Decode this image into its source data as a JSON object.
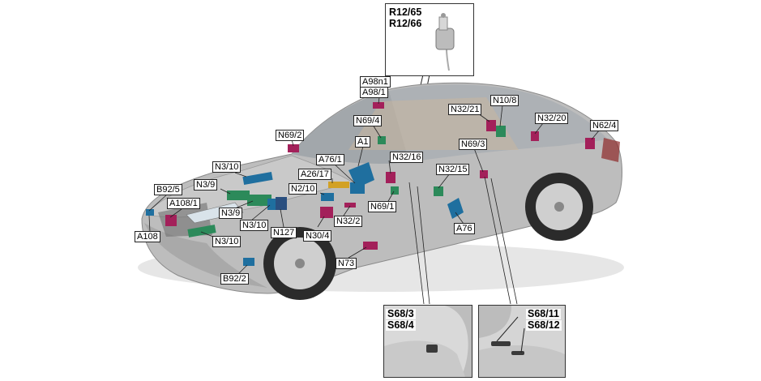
{
  "top_inset": {
    "title_line1": "R12/65",
    "title_line2": "R12/66"
  },
  "seat_inset_left": {
    "title_line1": "S68/3",
    "title_line2": "S68/4"
  },
  "seat_inset_right": {
    "title_line1": "S68/11",
    "title_line2": "S68/12"
  },
  "labels": {
    "a98n1": "A98n1",
    "a98_1": "A98/1",
    "n69_4": "N69/4",
    "n32_21": "N32/21",
    "n10_8": "N10/8",
    "n32_20": "N32/20",
    "n62_4": "N62/4",
    "n69_2": "N69/2",
    "a1": "A1",
    "n69_3": "N69/3",
    "a76_1": "A76/1",
    "n32_16": "N32/16",
    "n3_10_top": "N3/10",
    "n32_15": "N32/15",
    "a26_17": "A26/17",
    "n3_9_top": "N3/9",
    "n2_10": "N2/10",
    "b92_5": "B92/5",
    "n69_1": "N69/1",
    "a108_1": "A108/1",
    "n3_9_bottom": "N3/9",
    "n3_10_mid": "N3/10",
    "n32_2": "N32/2",
    "a76": "A76",
    "a108": "A108",
    "n127": "N127",
    "n30_4": "N30/4",
    "n3_10_bottom": "N3/10",
    "n73": "N73",
    "b92_2": "B92/2"
  },
  "colors": {
    "module_blue": "#1f6f9f",
    "module_green": "#2c8a5a",
    "module_magenta": "#a3205a",
    "car_body": "#b9b9b9"
  }
}
